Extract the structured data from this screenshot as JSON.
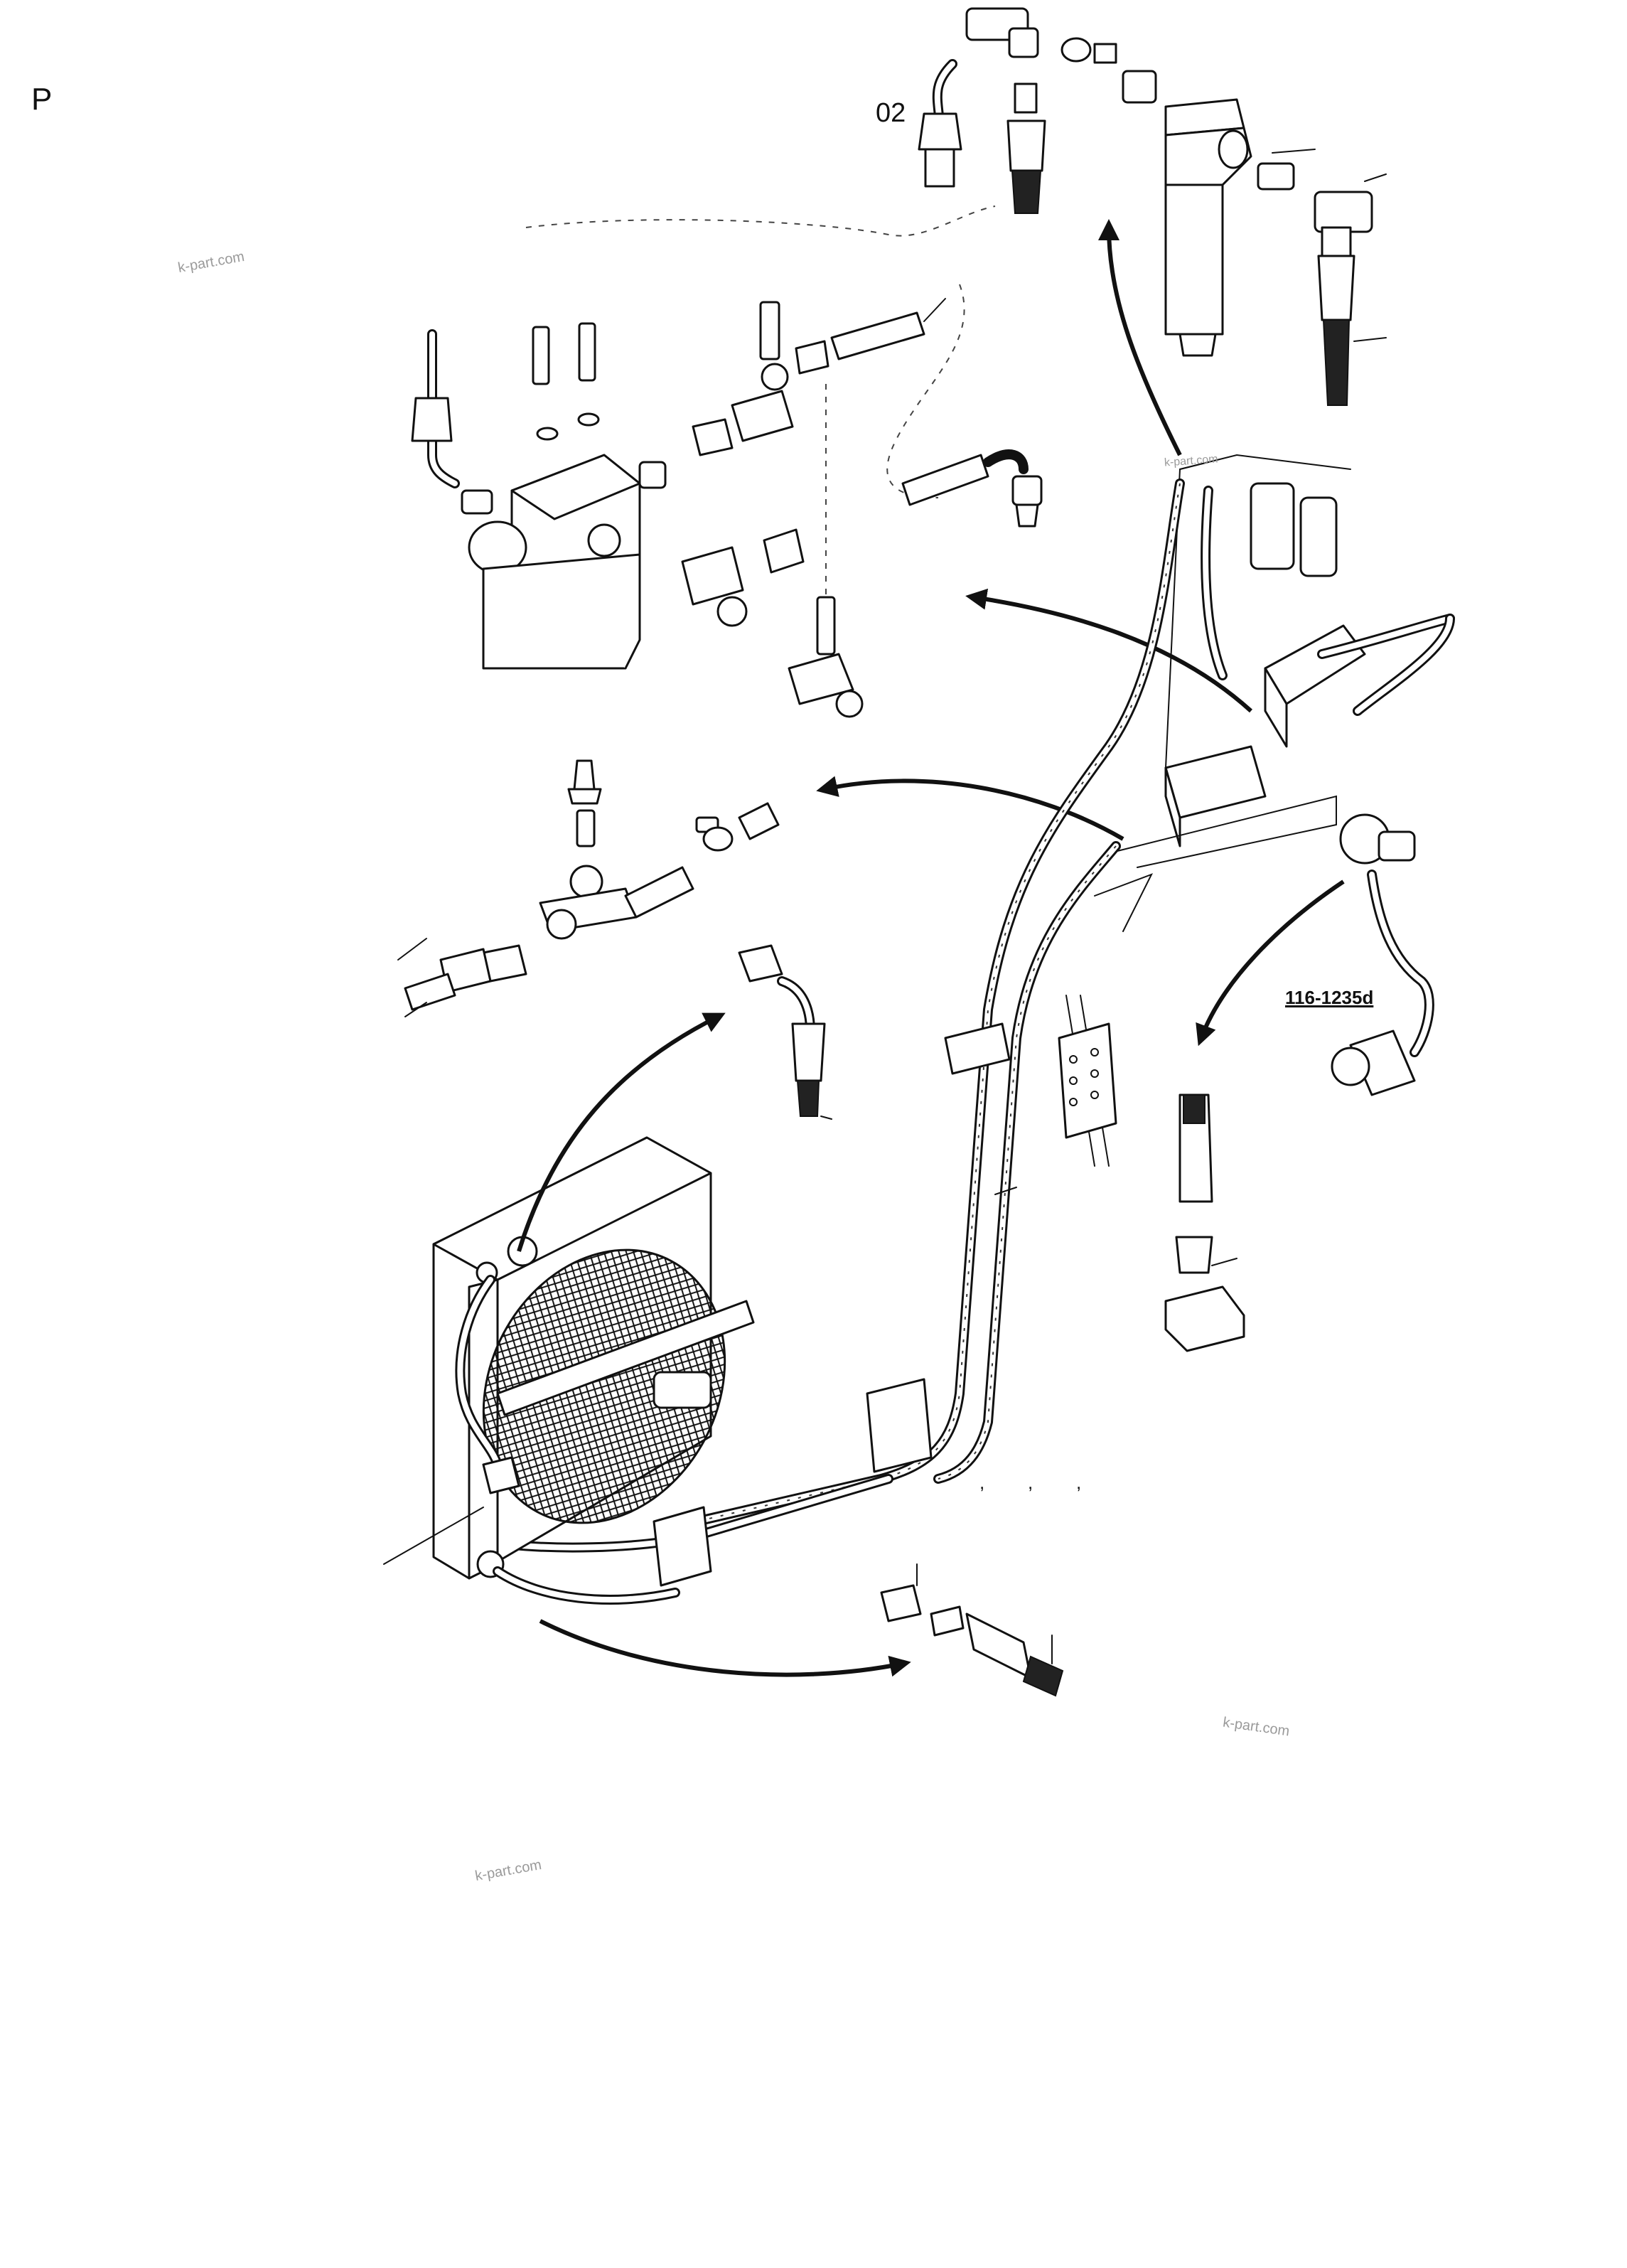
{
  "page": {
    "code": "P",
    "drawing_number": "116-1235d"
  },
  "callouts": {
    "part_02": "02",
    "commas": [
      ",",
      ",",
      ","
    ]
  },
  "watermarks": {
    "a": "k-part.com",
    "b": "k-part.com",
    "c": "k-part.com",
    "d": "k-part.com"
  }
}
